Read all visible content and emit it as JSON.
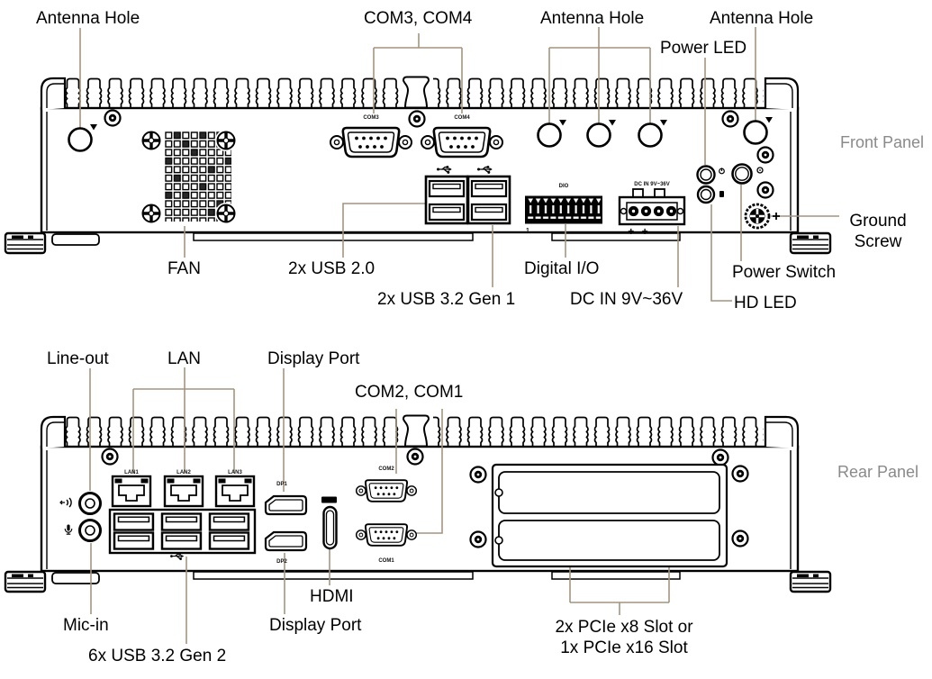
{
  "front": {
    "panel_name": "Front Panel",
    "callouts": {
      "antenna_left": "Antenna Hole",
      "com3_com4": "COM3, COM4",
      "antenna_mid": "Antenna Hole",
      "power_led": "Power LED",
      "antenna_right": "Antenna Hole",
      "fan": "FAN",
      "usb2": "2x USB 2.0",
      "usb3_gen1": "2x USB 3.2 Gen 1",
      "digital_io": "Digital I/O",
      "dc_in": "DC IN 9V~36V",
      "power_switch": "Power Switch",
      "hd_led": "HD LED",
      "ground_screw": "Ground Screw"
    },
    "port_marks": {
      "com3": "COM3",
      "com4": "COM4",
      "dio": "DIO",
      "dc_in": "DC IN 9V~36V",
      "polarity": "+ + - -",
      "pin1": "1"
    }
  },
  "rear": {
    "panel_name": "Rear Panel",
    "callouts": {
      "line_out": "Line-out",
      "lan": "LAN",
      "display_port_top": "Display Port",
      "com2_com1": "COM2, COM1",
      "mic_in": "Mic-in",
      "usb3_gen2": "6x USB 3.2 Gen 2",
      "hdmi": "HDMI",
      "display_port_bottom": "Display Port",
      "pcie_line1": "2x PCIe x8 Slot or",
      "pcie_line2": "1x PCIe x16 Slot"
    },
    "port_marks": {
      "lan1": "LAN1",
      "lan2": "LAN2",
      "lan3": "LAN3",
      "dp1": "DP1",
      "dp2": "DP2",
      "com2": "COM2",
      "com1": "COM1"
    }
  },
  "icons": {
    "usb2_icon": "usb-trident-icon",
    "usb3_icon": "usb-ss-trident-icon",
    "line_out_icon": "line-out-jack-icon",
    "mic_in_icon": "mic-in-jack-icon",
    "power_led_icon": "power-symbol-icon",
    "hd_led_icon": "hdd-symbol-icon",
    "antenna_marker_icon": "triangle-marker-icon"
  },
  "colors": {
    "ink": "#000000",
    "leader_line": "#a3947f",
    "panel_name_text": "#8a8a8a",
    "background": "#ffffff"
  }
}
